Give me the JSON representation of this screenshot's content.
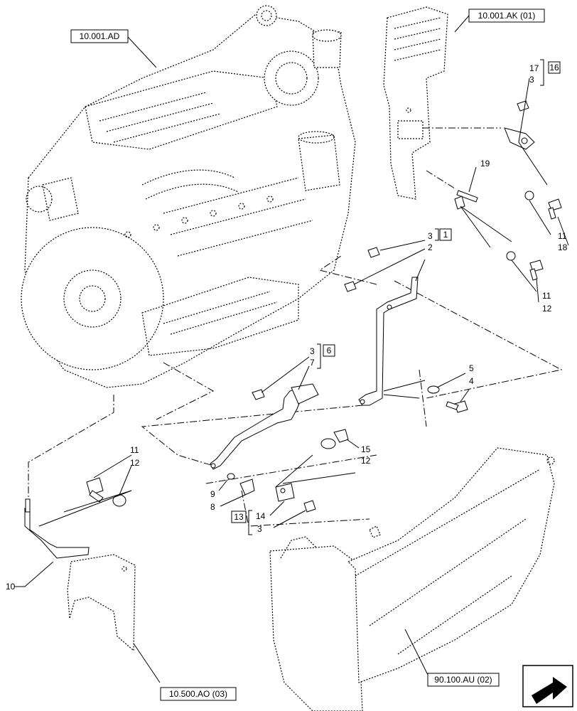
{
  "references": {
    "engine": "10.001.AD",
    "bracket_top": "10.001.AK (01)",
    "lower_bracket": "10.500.AO (03)",
    "duct": "90.100.AU (02)"
  },
  "callouts": {
    "c17": "17",
    "c3a": "3",
    "g16": "16",
    "c19": "19",
    "c11a": "11",
    "c18": "18",
    "c3b": "3",
    "c2": "2",
    "g1": "1",
    "c11b": "11",
    "c12a": "12",
    "c3c": "3",
    "c7": "7",
    "g6": "6",
    "c5": "5",
    "c4": "4",
    "c15": "15",
    "c12b": "12",
    "c11c": "11",
    "c12c": "12",
    "c9": "9",
    "c8": "8",
    "g13": "13",
    "c14": "14",
    "c3d": "3",
    "c10": "10"
  },
  "icons": {
    "nav": "next-page-arrow-icon"
  }
}
